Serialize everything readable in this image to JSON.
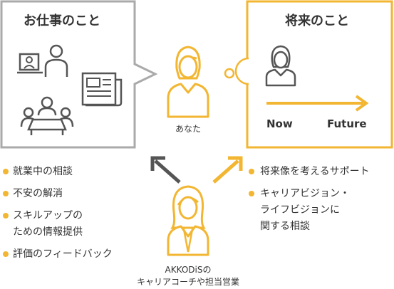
{
  "left_box": {
    "title": "お仕事のこと"
  },
  "right_box": {
    "title": "将来のこと",
    "now_label": "Now",
    "future_label": "Future"
  },
  "you": {
    "label": "あなた"
  },
  "advisor": {
    "label_line1": "AKKODiSの",
    "label_line2": "キャリアコーチや担当営業"
  },
  "left_bullets": [
    "就業中の相談",
    "不安の解消",
    "スキルアップの\nための情報提供",
    "評価のフィードバック"
  ],
  "right_bullets": [
    "将来像を考えるサポート",
    "キャリアビジョン・\nライフビジョンに\n関する相談"
  ],
  "colors": {
    "accent": "#f2b632",
    "gray": "#aaaaaa",
    "dark": "#555555",
    "text": "#333333"
  }
}
